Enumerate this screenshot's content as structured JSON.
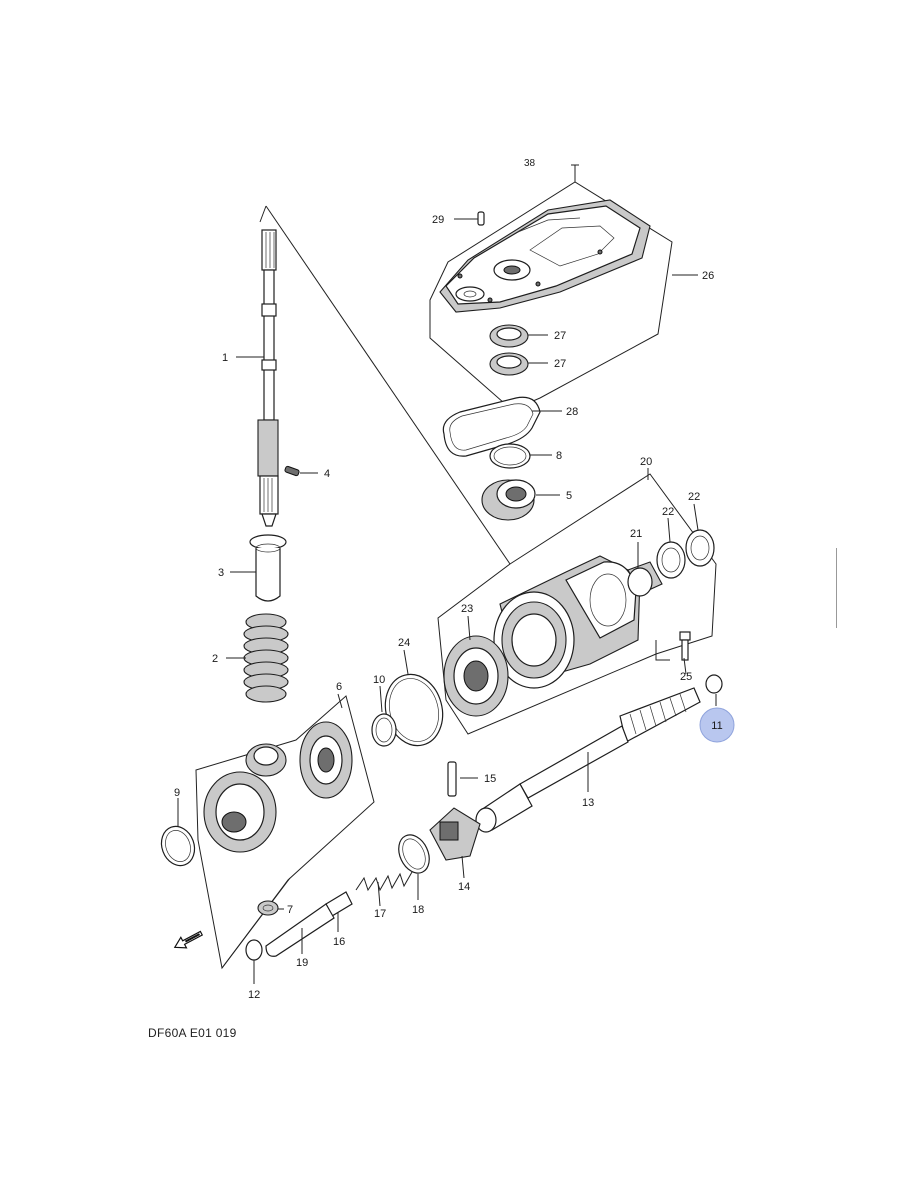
{
  "diagram": {
    "caption": "DF60A E01 019",
    "top_cut_text": "38",
    "highlight_color": "#b9c7ef",
    "highlighted_callout": "11",
    "callouts": {
      "c1": "1",
      "c2": "2",
      "c3": "3",
      "c4": "4",
      "c5": "5",
      "c6": "6",
      "c7": "7",
      "c8": "8",
      "c9": "9",
      "c10": "10",
      "c11": "11",
      "c12": "12",
      "c13": "13",
      "c14": "14",
      "c15": "15",
      "c16": "16",
      "c17": "17",
      "c18": "18",
      "c19": "19",
      "c20": "20",
      "c21": "21",
      "c22a": "22",
      "c22b": "22",
      "c23": "23",
      "c24": "24",
      "c25": "25",
      "c26": "26",
      "c27a": "27",
      "c27b": "27",
      "c28": "28",
      "c29": "29"
    },
    "fwd_arrow_icon": "fwd-arrow-icon"
  }
}
